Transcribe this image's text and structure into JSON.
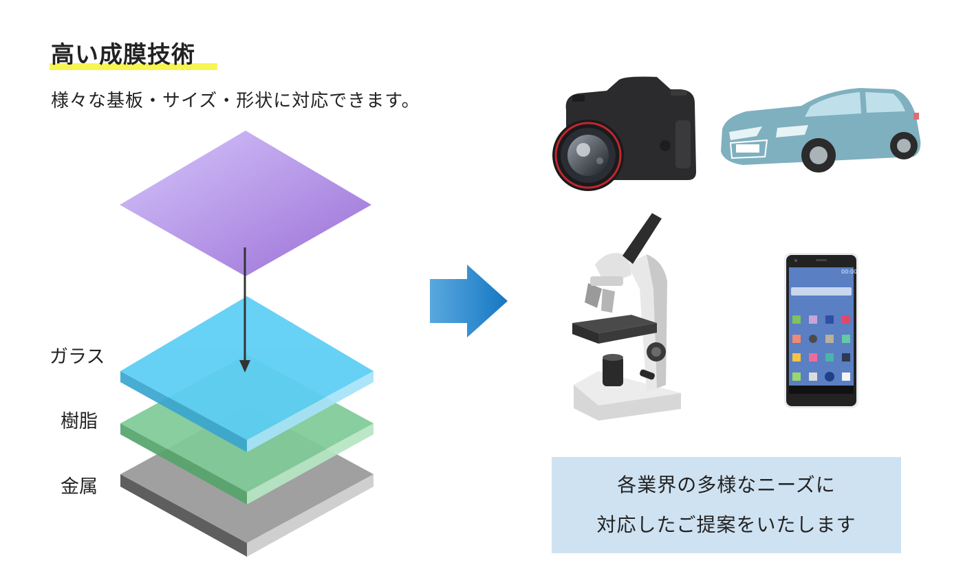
{
  "heading": {
    "title": "高い成膜技術",
    "subtitle": "様々な基板・サイズ・形状に対応できます。"
  },
  "layers": [
    {
      "label": "ガラス",
      "color": "#5bcdf5"
    },
    {
      "label": "樹脂",
      "color": "#7fcb97"
    },
    {
      "label": "金属",
      "color": "#9e9e9e"
    }
  ],
  "film_color_from": "#d6c6fb",
  "film_color_to": "#9a6fd6",
  "arrow_color": "#1677c2",
  "applications": [
    {
      "name": "camera-illustration"
    },
    {
      "name": "car-illustration"
    },
    {
      "name": "microscope-illustration"
    },
    {
      "name": "smartphone-illustration"
    }
  ],
  "smartphone": {
    "status_time": "00:00"
  },
  "callout": {
    "line1": "各業界の多様なニーズに",
    "line2": "対応したご提案をいたします"
  }
}
